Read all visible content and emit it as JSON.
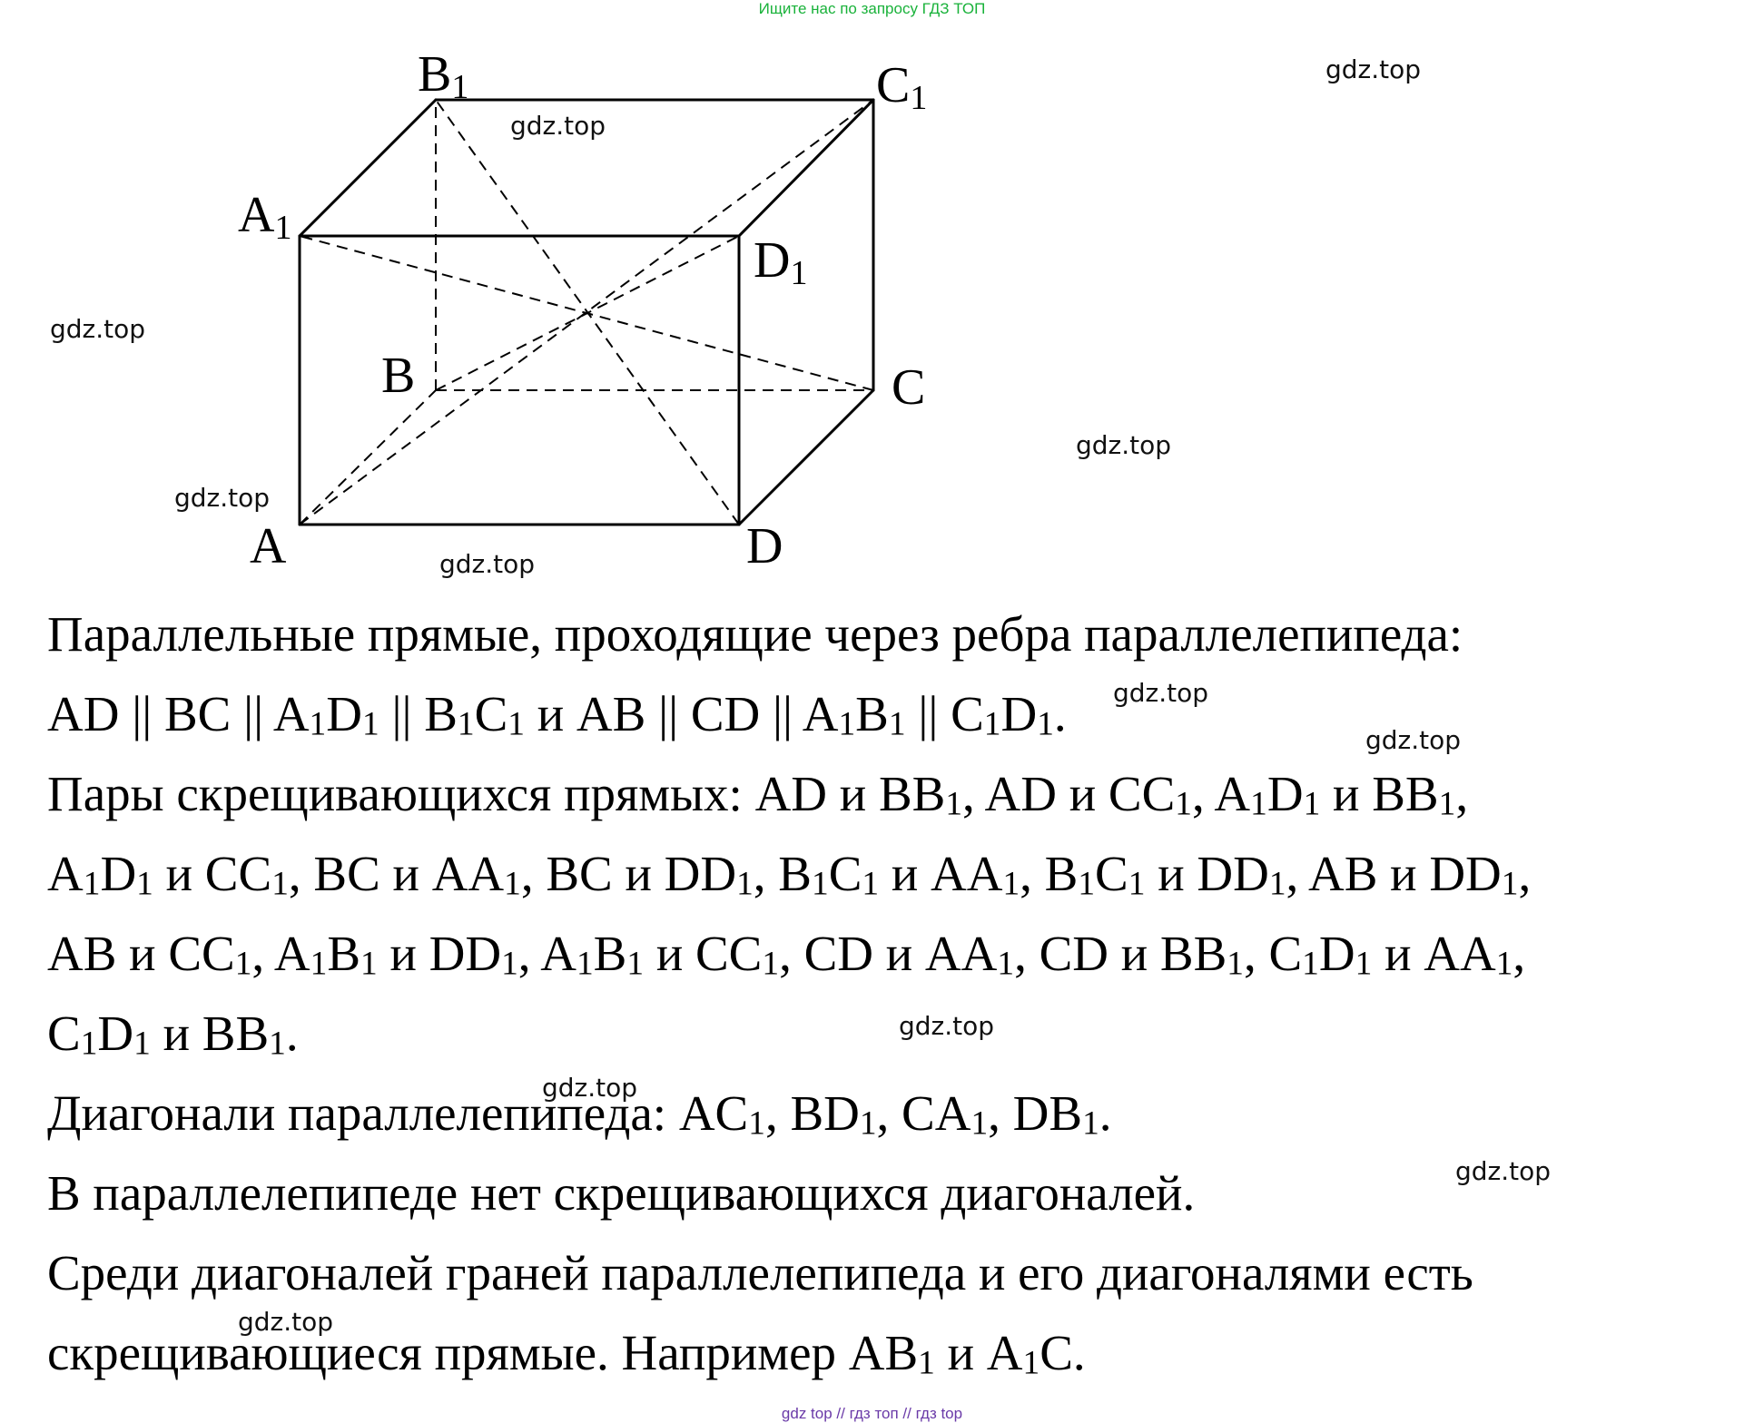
{
  "banner_top": "Ищите нас по запросу ГДЗ ТОП",
  "watermark": "gdz.top",
  "figure": {
    "vertices": {
      "A": {
        "base": "A",
        "sub": ""
      },
      "B": {
        "base": "B",
        "sub": ""
      },
      "C": {
        "base": "C",
        "sub": ""
      },
      "D": {
        "base": "D",
        "sub": ""
      },
      "A1": {
        "base": "A",
        "sub": "1"
      },
      "B1": {
        "base": "B",
        "sub": "1"
      },
      "C1": {
        "base": "C",
        "sub": "1"
      },
      "D1": {
        "base": "D",
        "sub": "1"
      }
    }
  },
  "text": {
    "line1": "Параллельные прямые, проходящие через ребра параллелепипеда:",
    "line2": [
      {
        "t": "AD || BC || A"
      },
      {
        "s": "1"
      },
      {
        "t": "D"
      },
      {
        "s": "1"
      },
      {
        "t": " || B"
      },
      {
        "s": "1"
      },
      {
        "t": "C"
      },
      {
        "s": "1"
      },
      {
        "t": " и AB || CD || A"
      },
      {
        "s": "1"
      },
      {
        "t": "B"
      },
      {
        "s": "1"
      },
      {
        "t": " || C"
      },
      {
        "s": "1"
      },
      {
        "t": "D"
      },
      {
        "s": "1"
      },
      {
        "t": "."
      }
    ],
    "line3": [
      {
        "t": "Пары скрещивающихся прямых: AD и BB"
      },
      {
        "s": "1"
      },
      {
        "t": ", AD и CC"
      },
      {
        "s": "1"
      },
      {
        "t": ", A"
      },
      {
        "s": "1"
      },
      {
        "t": "D"
      },
      {
        "s": "1"
      },
      {
        "t": " и BB"
      },
      {
        "s": "1"
      },
      {
        "t": ","
      }
    ],
    "line4": [
      {
        "t": "A"
      },
      {
        "s": "1"
      },
      {
        "t": "D"
      },
      {
        "s": "1"
      },
      {
        "t": " и CC"
      },
      {
        "s": "1"
      },
      {
        "t": ", BC и AA"
      },
      {
        "s": "1"
      },
      {
        "t": ", BC и DD"
      },
      {
        "s": "1"
      },
      {
        "t": ", B"
      },
      {
        "s": "1"
      },
      {
        "t": "C"
      },
      {
        "s": "1"
      },
      {
        "t": " и AA"
      },
      {
        "s": "1"
      },
      {
        "t": ", B"
      },
      {
        "s": "1"
      },
      {
        "t": "C"
      },
      {
        "s": "1"
      },
      {
        "t": " и DD"
      },
      {
        "s": "1"
      },
      {
        "t": ", AB и DD"
      },
      {
        "s": "1"
      },
      {
        "t": ","
      }
    ],
    "line5": [
      {
        "t": "AB и CC"
      },
      {
        "s": "1"
      },
      {
        "t": ", A"
      },
      {
        "s": "1"
      },
      {
        "t": "B"
      },
      {
        "s": "1"
      },
      {
        "t": " и DD"
      },
      {
        "s": "1"
      },
      {
        "t": ", A"
      },
      {
        "s": "1"
      },
      {
        "t": "B"
      },
      {
        "s": "1"
      },
      {
        "t": " и CC"
      },
      {
        "s": "1"
      },
      {
        "t": ", CD и AA"
      },
      {
        "s": "1"
      },
      {
        "t": ", CD и BB"
      },
      {
        "s": "1"
      },
      {
        "t": ", C"
      },
      {
        "s": "1"
      },
      {
        "t": "D"
      },
      {
        "s": "1"
      },
      {
        "t": " и AA"
      },
      {
        "s": "1"
      },
      {
        "t": ","
      }
    ],
    "line6": [
      {
        "t": "C"
      },
      {
        "s": "1"
      },
      {
        "t": "D"
      },
      {
        "s": "1"
      },
      {
        "t": " и BB"
      },
      {
        "s": "1"
      },
      {
        "t": "."
      }
    ],
    "line7": [
      {
        "t": "Диагонали параллелепипеда: AC"
      },
      {
        "s": "1"
      },
      {
        "t": ", BD"
      },
      {
        "s": "1"
      },
      {
        "t": ", CA"
      },
      {
        "s": "1"
      },
      {
        "t": ", DB"
      },
      {
        "s": "1"
      },
      {
        "t": "."
      }
    ],
    "line8": "В параллелепипеде нет скрещивающихся диагоналей.",
    "line9": "Среди диагоналей граней параллелепипеда и его диагоналями есть",
    "line10": [
      {
        "t": "скрещивающиеся прямые. Например AB"
      },
      {
        "s": "1"
      },
      {
        "t": " и A"
      },
      {
        "s": "1"
      },
      {
        "t": "C."
      }
    ]
  },
  "banner_bottom": "gdz top  //  гдз топ  //  гдз top"
}
